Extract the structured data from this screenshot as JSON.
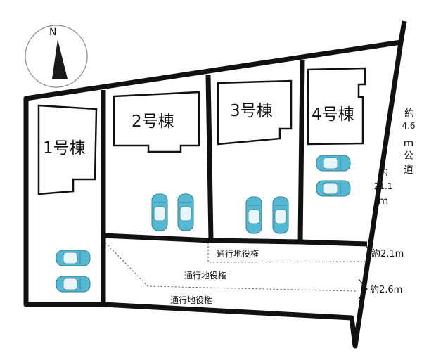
{
  "compass": {
    "north": "N"
  },
  "lots": [
    {
      "label": "1号棟"
    },
    {
      "label": "2号棟"
    },
    {
      "label": "3号棟"
    },
    {
      "label": "4号棟"
    }
  ],
  "easements": [
    {
      "label": "通行地役権"
    },
    {
      "label": "通行地役権"
    },
    {
      "label": "通行地役権"
    }
  ],
  "dimensions": {
    "road_width": [
      "約",
      "4.6",
      "ｍ",
      "公",
      "道"
    ],
    "frontage": [
      "約",
      "21.1",
      "ｍ"
    ],
    "easement_width_1": "約2.1m",
    "easement_width_2": "約2.6m"
  },
  "colors": {
    "line": "#111111",
    "car": "#55b8d3",
    "car_window": "#e8f6fb"
  }
}
